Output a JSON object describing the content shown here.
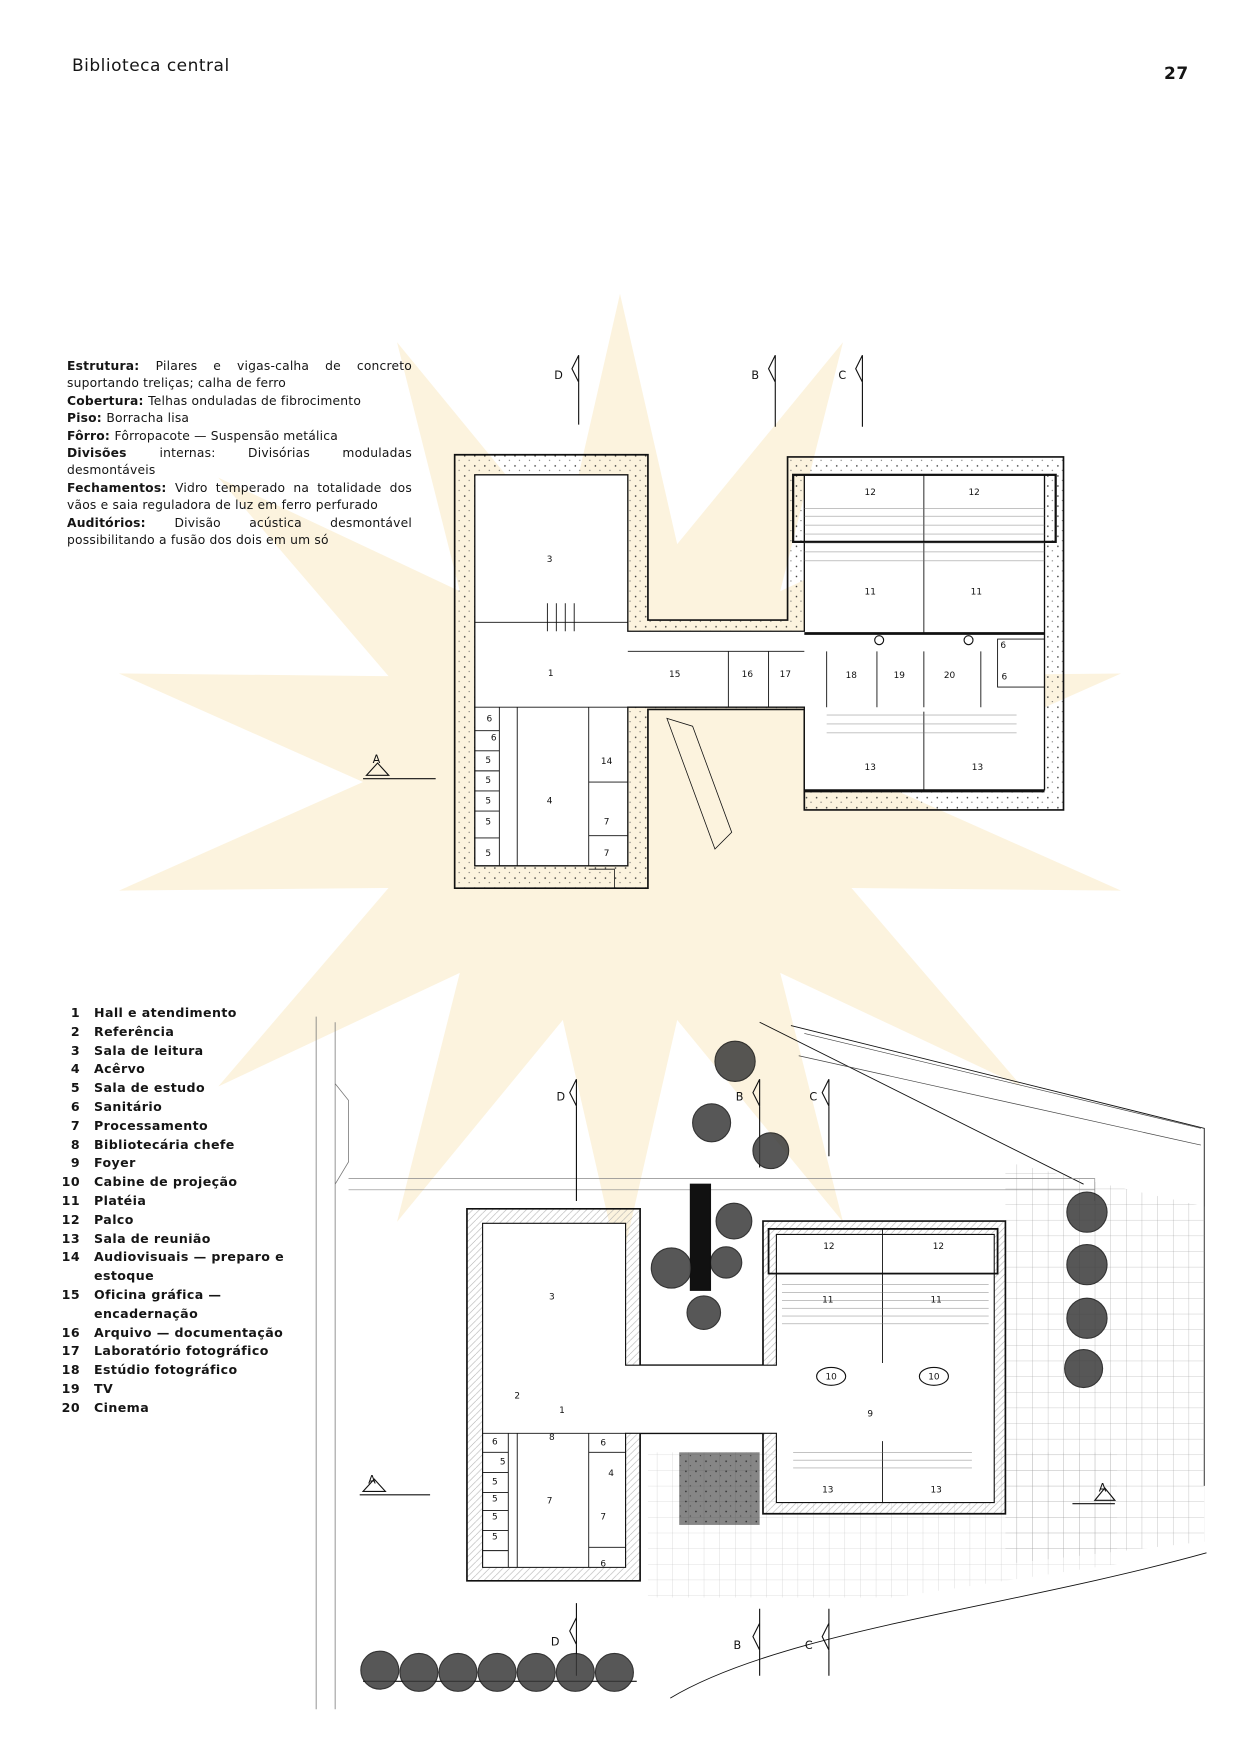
{
  "header": {
    "title": "Biblioteca central",
    "page_number": "27"
  },
  "specs": [
    {
      "label": "Estrutura:",
      "text": "Pilares e vigas-calha de concreto suportando treliças; calha de ferro"
    },
    {
      "label": "Cobertura:",
      "text": "Telhas onduladas de fibrocimento"
    },
    {
      "label": "Piso:",
      "text": "Borracha lisa"
    },
    {
      "label": "Fôrro:",
      "text": "Fôrropacote — Suspensão metálica"
    },
    {
      "label": "Divisões",
      "text": "internas: Divisórias moduladas desmontáveis"
    },
    {
      "label": "Fechamentos:",
      "text": "Vidro temperado na totalidade dos vãos e saia reguladora de luz em ferro perfurado"
    },
    {
      "label": "Auditórios:",
      "text": "Divisão acústica desmontável possibilitando a fusão dos dois em um só"
    }
  ],
  "legend": [
    {
      "n": "1",
      "t": "Hall e atendimento"
    },
    {
      "n": "2",
      "t": "Referência"
    },
    {
      "n": "3",
      "t": "Sala de leitura"
    },
    {
      "n": "4",
      "t": "Acêrvo"
    },
    {
      "n": "5",
      "t": "Sala de estudo"
    },
    {
      "n": "6",
      "t": "Sanitário"
    },
    {
      "n": "7",
      "t": "Processamento"
    },
    {
      "n": "8",
      "t": "Bibliotecária chefe"
    },
    {
      "n": "9",
      "t": "Foyer"
    },
    {
      "n": "10",
      "t": "Cabine de projeção"
    },
    {
      "n": "11",
      "t": "Platéia"
    },
    {
      "n": "12",
      "t": "Palco"
    },
    {
      "n": "13",
      "t": "Sala de reunião"
    },
    {
      "n": "14",
      "t": "Audiovisuais — preparo e estoque"
    },
    {
      "n": "15",
      "t": "Oficina gráfica — encadernação"
    },
    {
      "n": "16",
      "t": "Arquivo — documentação"
    },
    {
      "n": "17",
      "t": "Laboratório fotográfico"
    },
    {
      "n": "18",
      "t": "Estúdio fotográfico"
    },
    {
      "n": "19",
      "t": "TV"
    },
    {
      "n": "20",
      "t": "Cinema"
    }
  ],
  "upper_plan": {
    "room_labels": [
      "3",
      "1",
      "4",
      "14",
      "7",
      "7",
      "6",
      "6",
      "5",
      "5",
      "5",
      "5",
      "5",
      "15",
      "16",
      "17",
      "18",
      "19",
      "20",
      "12",
      "12",
      "11",
      "11",
      "13",
      "13",
      "6",
      "6"
    ],
    "section_marks": [
      "D",
      "B",
      "C",
      "A"
    ]
  },
  "lower_plan": {
    "room_labels": [
      "12",
      "12",
      "11",
      "11",
      "10",
      "10",
      "9",
      "13",
      "13",
      "3",
      "2",
      "1",
      "8",
      "6",
      "4",
      "7",
      "7",
      "6",
      "6",
      "5",
      "5",
      "5",
      "5",
      "5"
    ],
    "section_marks": [
      "D",
      "B",
      "C",
      "A",
      "A",
      "D",
      "B",
      "C"
    ]
  },
  "colors": {
    "ink": "#151515",
    "watermark": "#fbf1d8"
  }
}
